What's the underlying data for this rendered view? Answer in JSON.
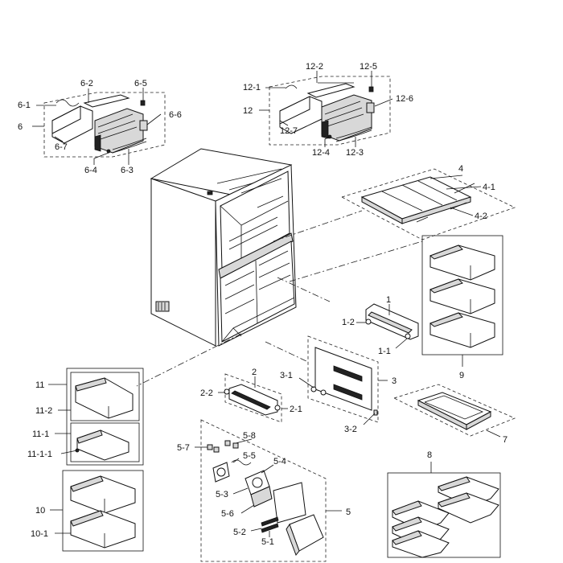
{
  "labels": {
    "l_6": "6",
    "l_6_1": "6-1",
    "l_6_2": "6-2",
    "l_6_3": "6-3",
    "l_6_4": "6-4",
    "l_6_5": "6-5",
    "l_6_6": "6-6",
    "l_6_7": "6-7",
    "l_12": "12",
    "l_12_1": "12-1",
    "l_12_2": "12-2",
    "l_12_3": "12-3",
    "l_12_4": "12-4",
    "l_12_5": "12-5",
    "l_12_6": "12-6",
    "l_12_7": "12-7",
    "l_4": "4",
    "l_4_1": "4-1",
    "l_4_2": "4-2",
    "l_9": "9",
    "l_1": "1",
    "l_1_1": "1-1",
    "l_1_2": "1-2",
    "l_3": "3",
    "l_3_1": "3-1",
    "l_3_2": "3-2",
    "l_2": "2",
    "l_2_1": "2-1",
    "l_2_2": "2-2",
    "l_7": "7",
    "l_11": "11",
    "l_11_2": "11-2",
    "l_11_1": "11-1",
    "l_11_1_1": "11-1-1",
    "l_10": "10",
    "l_10_1": "10-1",
    "l_5": "5",
    "l_5_1": "5-1",
    "l_5_2": "5-2",
    "l_5_3": "5-3",
    "l_5_4": "5-4",
    "l_5_5": "5-5",
    "l_5_6": "5-6",
    "l_5_7": "5-7",
    "l_5_8": "5-8",
    "l_8": "8"
  }
}
